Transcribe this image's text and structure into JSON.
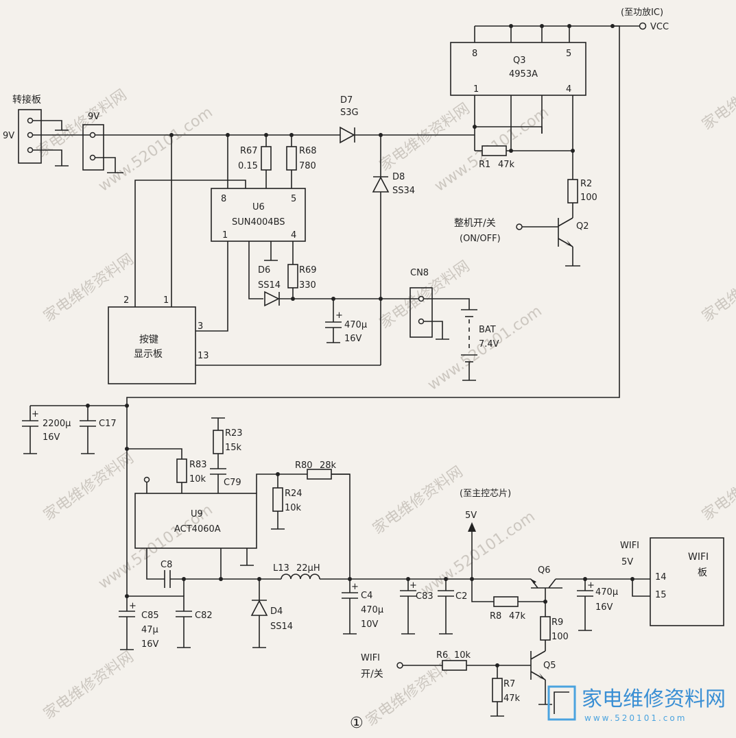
{
  "figure_label": "①",
  "watermark": {
    "text_cn": "家电维修资料网",
    "text_url": "www.520101.com",
    "logo_text": "家电维修资料网",
    "logo_url": "www.520101.com"
  },
  "labels": {
    "to_amp": "(至功放IC)",
    "vcc": "VCC",
    "adapter_board": "转接板",
    "in_9v": "9V",
    "conn_9v": "9V",
    "power_onoff_cn": "整机开/关",
    "power_onoff_en": "(ON/OFF)",
    "key_board": [
      "按键",
      "显示板"
    ],
    "cn8": "CN8",
    "bat": [
      "BAT",
      "7.4V"
    ],
    "to_main_chip": "(至主控芯片)",
    "v5": "5V",
    "wifi_5v": [
      "WIFI",
      "5V"
    ],
    "wifi_board": [
      "WIFI",
      "板"
    ],
    "wifi_onoff": [
      "WIFI",
      "开/关"
    ]
  },
  "components": {
    "q3": {
      "ref": "Q3",
      "part": "4953A",
      "pins": [
        "8",
        "5",
        "1",
        "4"
      ]
    },
    "u6": {
      "ref": "U6",
      "part": "SUN4004BS",
      "pins": [
        "8",
        "5",
        "1",
        "4"
      ]
    },
    "u9": {
      "ref": "U9",
      "part": "ACT4060A"
    },
    "d7": {
      "ref": "D7",
      "part": "S3G"
    },
    "d8": {
      "ref": "D8",
      "part": "SS34"
    },
    "d6": {
      "ref": "D6",
      "part": "SS14"
    },
    "d4": {
      "ref": "D4",
      "part": "SS14"
    },
    "r67": {
      "ref": "R67",
      "value": "0.15"
    },
    "r68": {
      "ref": "R68",
      "value": "780"
    },
    "r69": {
      "ref": "R69",
      "value": "330"
    },
    "r1": {
      "ref": "R1",
      "value": "47k"
    },
    "r2": {
      "ref": "R2",
      "value": "100"
    },
    "q2": {
      "ref": "Q2"
    },
    "c_470_top": {
      "value": "470μ",
      "voltage": "16V"
    },
    "key_pins": [
      "2",
      "1",
      "3",
      "13"
    ],
    "c2200": {
      "value": "2200μ",
      "voltage": "16V"
    },
    "c17": {
      "ref": "C17"
    },
    "r23": {
      "ref": "R23",
      "value": "15k"
    },
    "r83": {
      "ref": "R83",
      "value": "10k"
    },
    "c79": {
      "ref": "C79"
    },
    "r80": {
      "ref": "R80",
      "value": "28k"
    },
    "r24": {
      "ref": "R24",
      "value": "10k"
    },
    "c8": {
      "ref": "C8"
    },
    "l13": {
      "ref": "L13",
      "value": "22μH"
    },
    "c4": {
      "ref": "C4",
      "value": "470μ",
      "voltage": "10V"
    },
    "c83": {
      "ref": "C83"
    },
    "c2": {
      "ref": "C2"
    },
    "c85": {
      "ref": "C85",
      "value": "47μ",
      "voltage": "16V"
    },
    "c82": {
      "ref": "C82"
    },
    "q6": {
      "ref": "Q6"
    },
    "r8": {
      "ref": "R8",
      "value": "47k"
    },
    "r9": {
      "ref": "R9",
      "value": "100"
    },
    "c_470_wifi": {
      "value": "470μ",
      "voltage": "16V"
    },
    "wifi_pins": [
      "14",
      "15"
    ],
    "r6": {
      "ref": "R6",
      "value": "10k"
    },
    "q5": {
      "ref": "Q5"
    },
    "r7": {
      "ref": "R7",
      "value": "47k"
    }
  }
}
